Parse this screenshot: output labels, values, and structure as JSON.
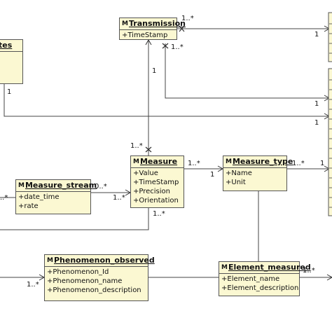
{
  "classes": {
    "transmission": {
      "stereotype": "M",
      "name": "Transmission",
      "attrs": [
        "+TimeStamp"
      ]
    },
    "rates": {
      "name": "tes",
      "attrs": []
    },
    "measure": {
      "stereotype": "M",
      "name": "Measure",
      "attrs": [
        "+Value",
        "+TimeStamp",
        "+Precision",
        "+Orientation"
      ]
    },
    "measure_stream": {
      "stereotype": "M",
      "name": "Measure_stream",
      "attrs": [
        "+date_time",
        "+rate"
      ]
    },
    "measure_type": {
      "stereotype": "M",
      "name": "Measure_type",
      "attrs": [
        "+Name",
        "+Unit"
      ]
    },
    "phenomenon_observed": {
      "stereotype": "M",
      "name": "Phenomenon_observed",
      "attrs": [
        "+Phenomenon_Id",
        "+Phenomenon_name",
        "+Phenomenon_description"
      ]
    },
    "element_measured": {
      "stereotype": "M",
      "name": "Element_measured",
      "attrs": [
        "+Element_name",
        "+Element_description"
      ]
    }
  },
  "multiplicities": {
    "trans_right_top": "1..*",
    "trans_right_bottom": "1..*",
    "right_box_top": "1",
    "right_box_mid": "1",
    "rates_bottom": "1",
    "far_right_long": "1",
    "trans_down": "1",
    "measure_up": "1..*",
    "measure_right": "1..*",
    "mtype_left": "1",
    "mtype_right": "1..*",
    "far_right_mtype": "1",
    "stream_right": "0..*",
    "measure_left": "1..*",
    "stream_left": "..*",
    "measure_bottom": "1..*",
    "pheno_left": "1..*",
    "elem_right": "1..*"
  }
}
